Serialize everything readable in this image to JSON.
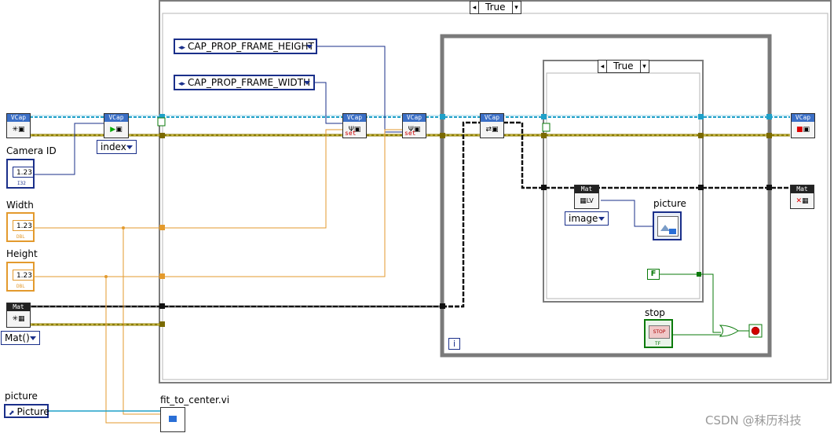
{
  "case_outer": {
    "value": "True"
  },
  "case_inner": {
    "value": "True"
  },
  "constants": {
    "frame_height": "CAP_PROP_FRAME_HEIGHT",
    "frame_width": "CAP_PROP_FRAME_WIDTH",
    "index": "index",
    "image": "image",
    "mat_ctor": "Mat()",
    "picture_ref": "Picture",
    "false_const": "F"
  },
  "labels": {
    "camera_id": "Camera ID",
    "width": "Width",
    "height": "Height",
    "picture": "picture",
    "picture_inner": "picture",
    "stop": "stop",
    "subvi": "fit_to_center.vi"
  },
  "nodes": {
    "vcap": "VCap",
    "mat": "Mat",
    "set": "set",
    "num_123": "1.23",
    "i32": "I32",
    "dbl": "DBL",
    "tf": "TF",
    "stop_btn": "STOP",
    "iter": "i",
    "lv": "LV"
  },
  "watermark": "CSDN @秣历科技",
  "colors": {
    "frame": "#8a8a8a",
    "ref_wire": "#1fa0c8",
    "err_wire": "#8a7a00",
    "num_wire": "#e39a2d",
    "blue": "#1a2f8a",
    "bool_green": "#0a7a0a"
  }
}
